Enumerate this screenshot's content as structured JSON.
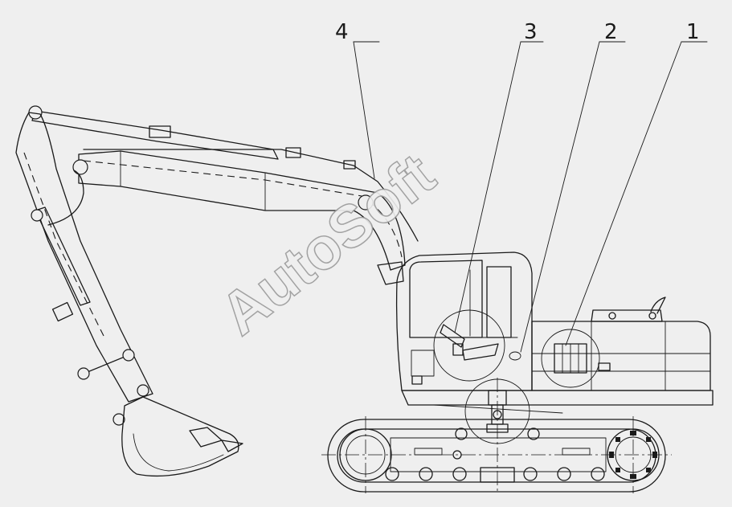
{
  "callouts": [
    {
      "id": "1",
      "label": "1"
    },
    {
      "id": "2",
      "label": "2"
    },
    {
      "id": "3",
      "label": "3"
    },
    {
      "id": "4",
      "label": "4"
    }
  ],
  "watermark": "AutoSoft",
  "colors": {
    "background": "#efefef",
    "line": "#1a1a1a",
    "watermark": "#9a9a9a"
  }
}
